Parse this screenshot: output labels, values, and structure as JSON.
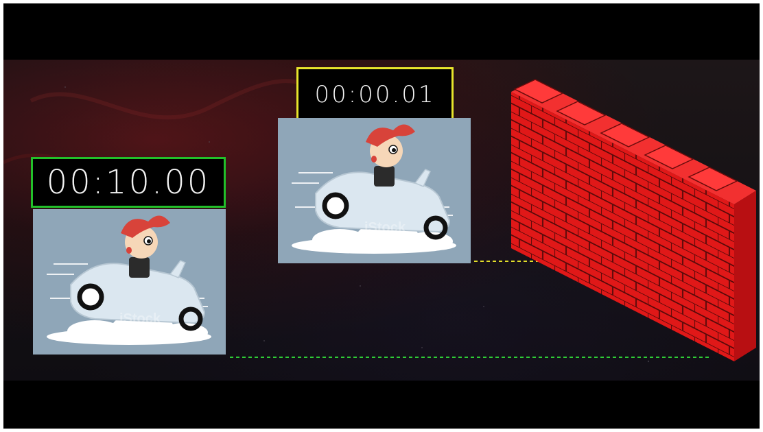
{
  "timers": {
    "left": "00:10.00",
    "right": "00:00.01"
  },
  "colors": {
    "left_timer_border": "#22c02a",
    "right_timer_border": "#e8e62c",
    "wall": "#e01818",
    "left_guide": "#2ecc35",
    "right_guide": "#e3df2a"
  },
  "illustrations": {
    "watermark": "iStock",
    "subject": "cartoon driver in car"
  }
}
